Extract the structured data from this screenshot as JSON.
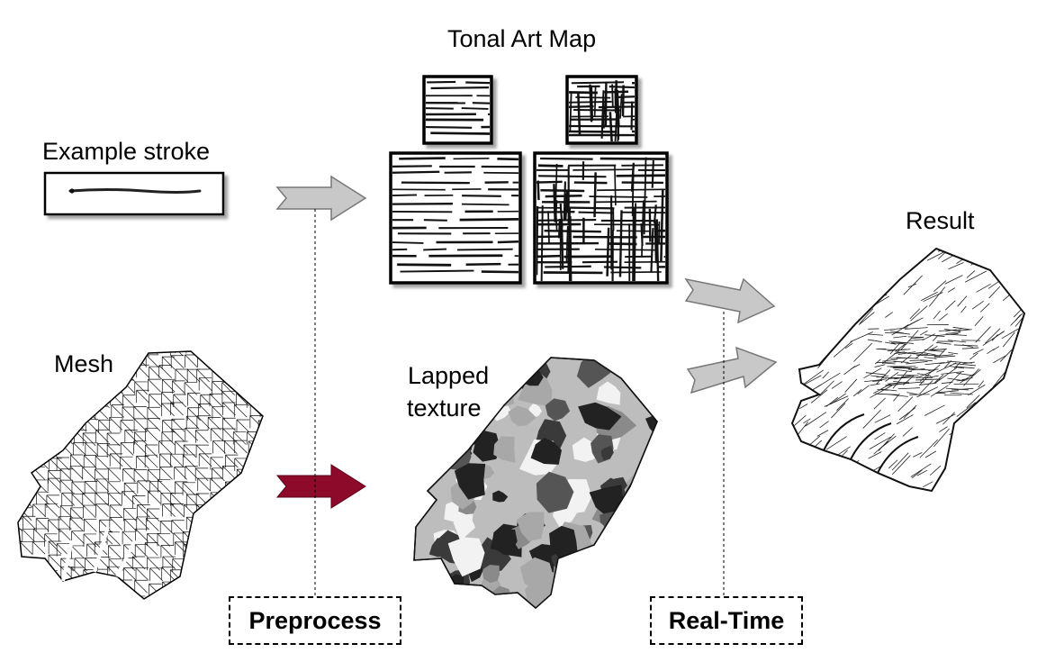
{
  "labels": {
    "example_stroke": "Example stroke",
    "tonal_art_map": "Tonal Art Map",
    "mesh": "Mesh",
    "lapped_texture_line1": "Lapped",
    "lapped_texture_line2": "texture",
    "result": "Result"
  },
  "phases": {
    "preprocess": "Preprocess",
    "real_time": "Real-Time"
  },
  "colors": {
    "arrow_gray": "#c8c8c8",
    "arrow_crimson": "#8e0a2b",
    "ink": "#000000"
  }
}
